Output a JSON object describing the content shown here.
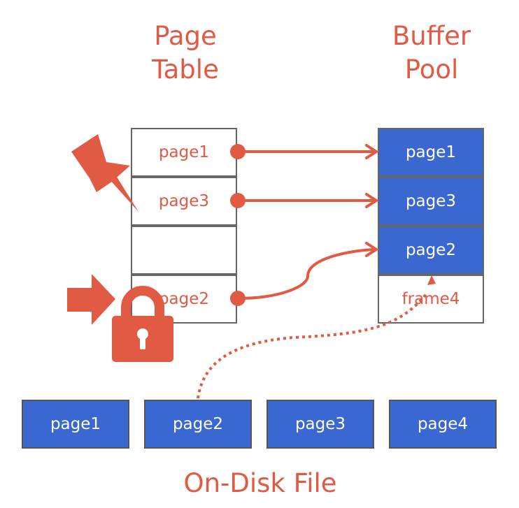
{
  "titles": {
    "page_table": "Page\nTable",
    "buffer_pool": "Buffer\nPool",
    "disk": "On-Disk File"
  },
  "page_table": [
    "page1",
    "page3",
    "",
    "page2"
  ],
  "buffer_pool": [
    "page1",
    "page3",
    "page2",
    "frame4"
  ],
  "disk": [
    "page1",
    "page2",
    "page3",
    "page4"
  ],
  "icons": [
    "pushpin-icon",
    "lock-icon",
    "arrow-right-icon"
  ],
  "colors": {
    "accent": "#e05a44",
    "page_fill": "#3b67d1"
  }
}
